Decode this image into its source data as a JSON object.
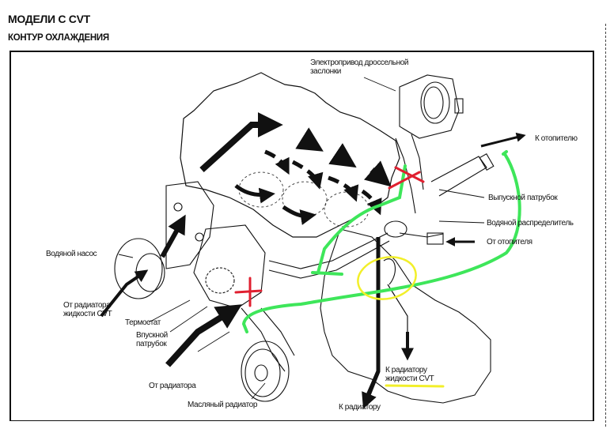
{
  "header": {
    "title": "МОДЕЛИ С CVT",
    "subtitle": "КОНТУР ОХЛАЖДЕНИЯ"
  },
  "labels": {
    "throttle_actuator": [
      "Электропривод дроссельной",
      "заслонки"
    ],
    "to_heater": "К отопителю",
    "outlet_pipe": "Выпускной патрубок",
    "water_distributor": "Водяной распределитель",
    "from_heater": "От отопителя",
    "water_pump": "Водяной насос",
    "from_cvt_radiator": [
      "От радиатора",
      "жидкости CVT"
    ],
    "thermostat": "Термостат",
    "inlet_pipe": [
      "Впускной",
      "патрубок"
    ],
    "from_radiator": "От радиатора",
    "oil_cooler": "Масляный радиатор",
    "to_cvt_radiator": [
      "К радиатору",
      "жидкости CVT"
    ],
    "to_radiator": "К радиатору"
  },
  "annotations": {
    "green_path_color": "#3ee65a",
    "red_cross_color": "#e02030",
    "yellow_mark_color": "#f2ef2a",
    "red_crosses": [
      "throttle-bypass-hose",
      "thermostat-inlet"
    ],
    "yellow_circle": "hose-fitting"
  }
}
